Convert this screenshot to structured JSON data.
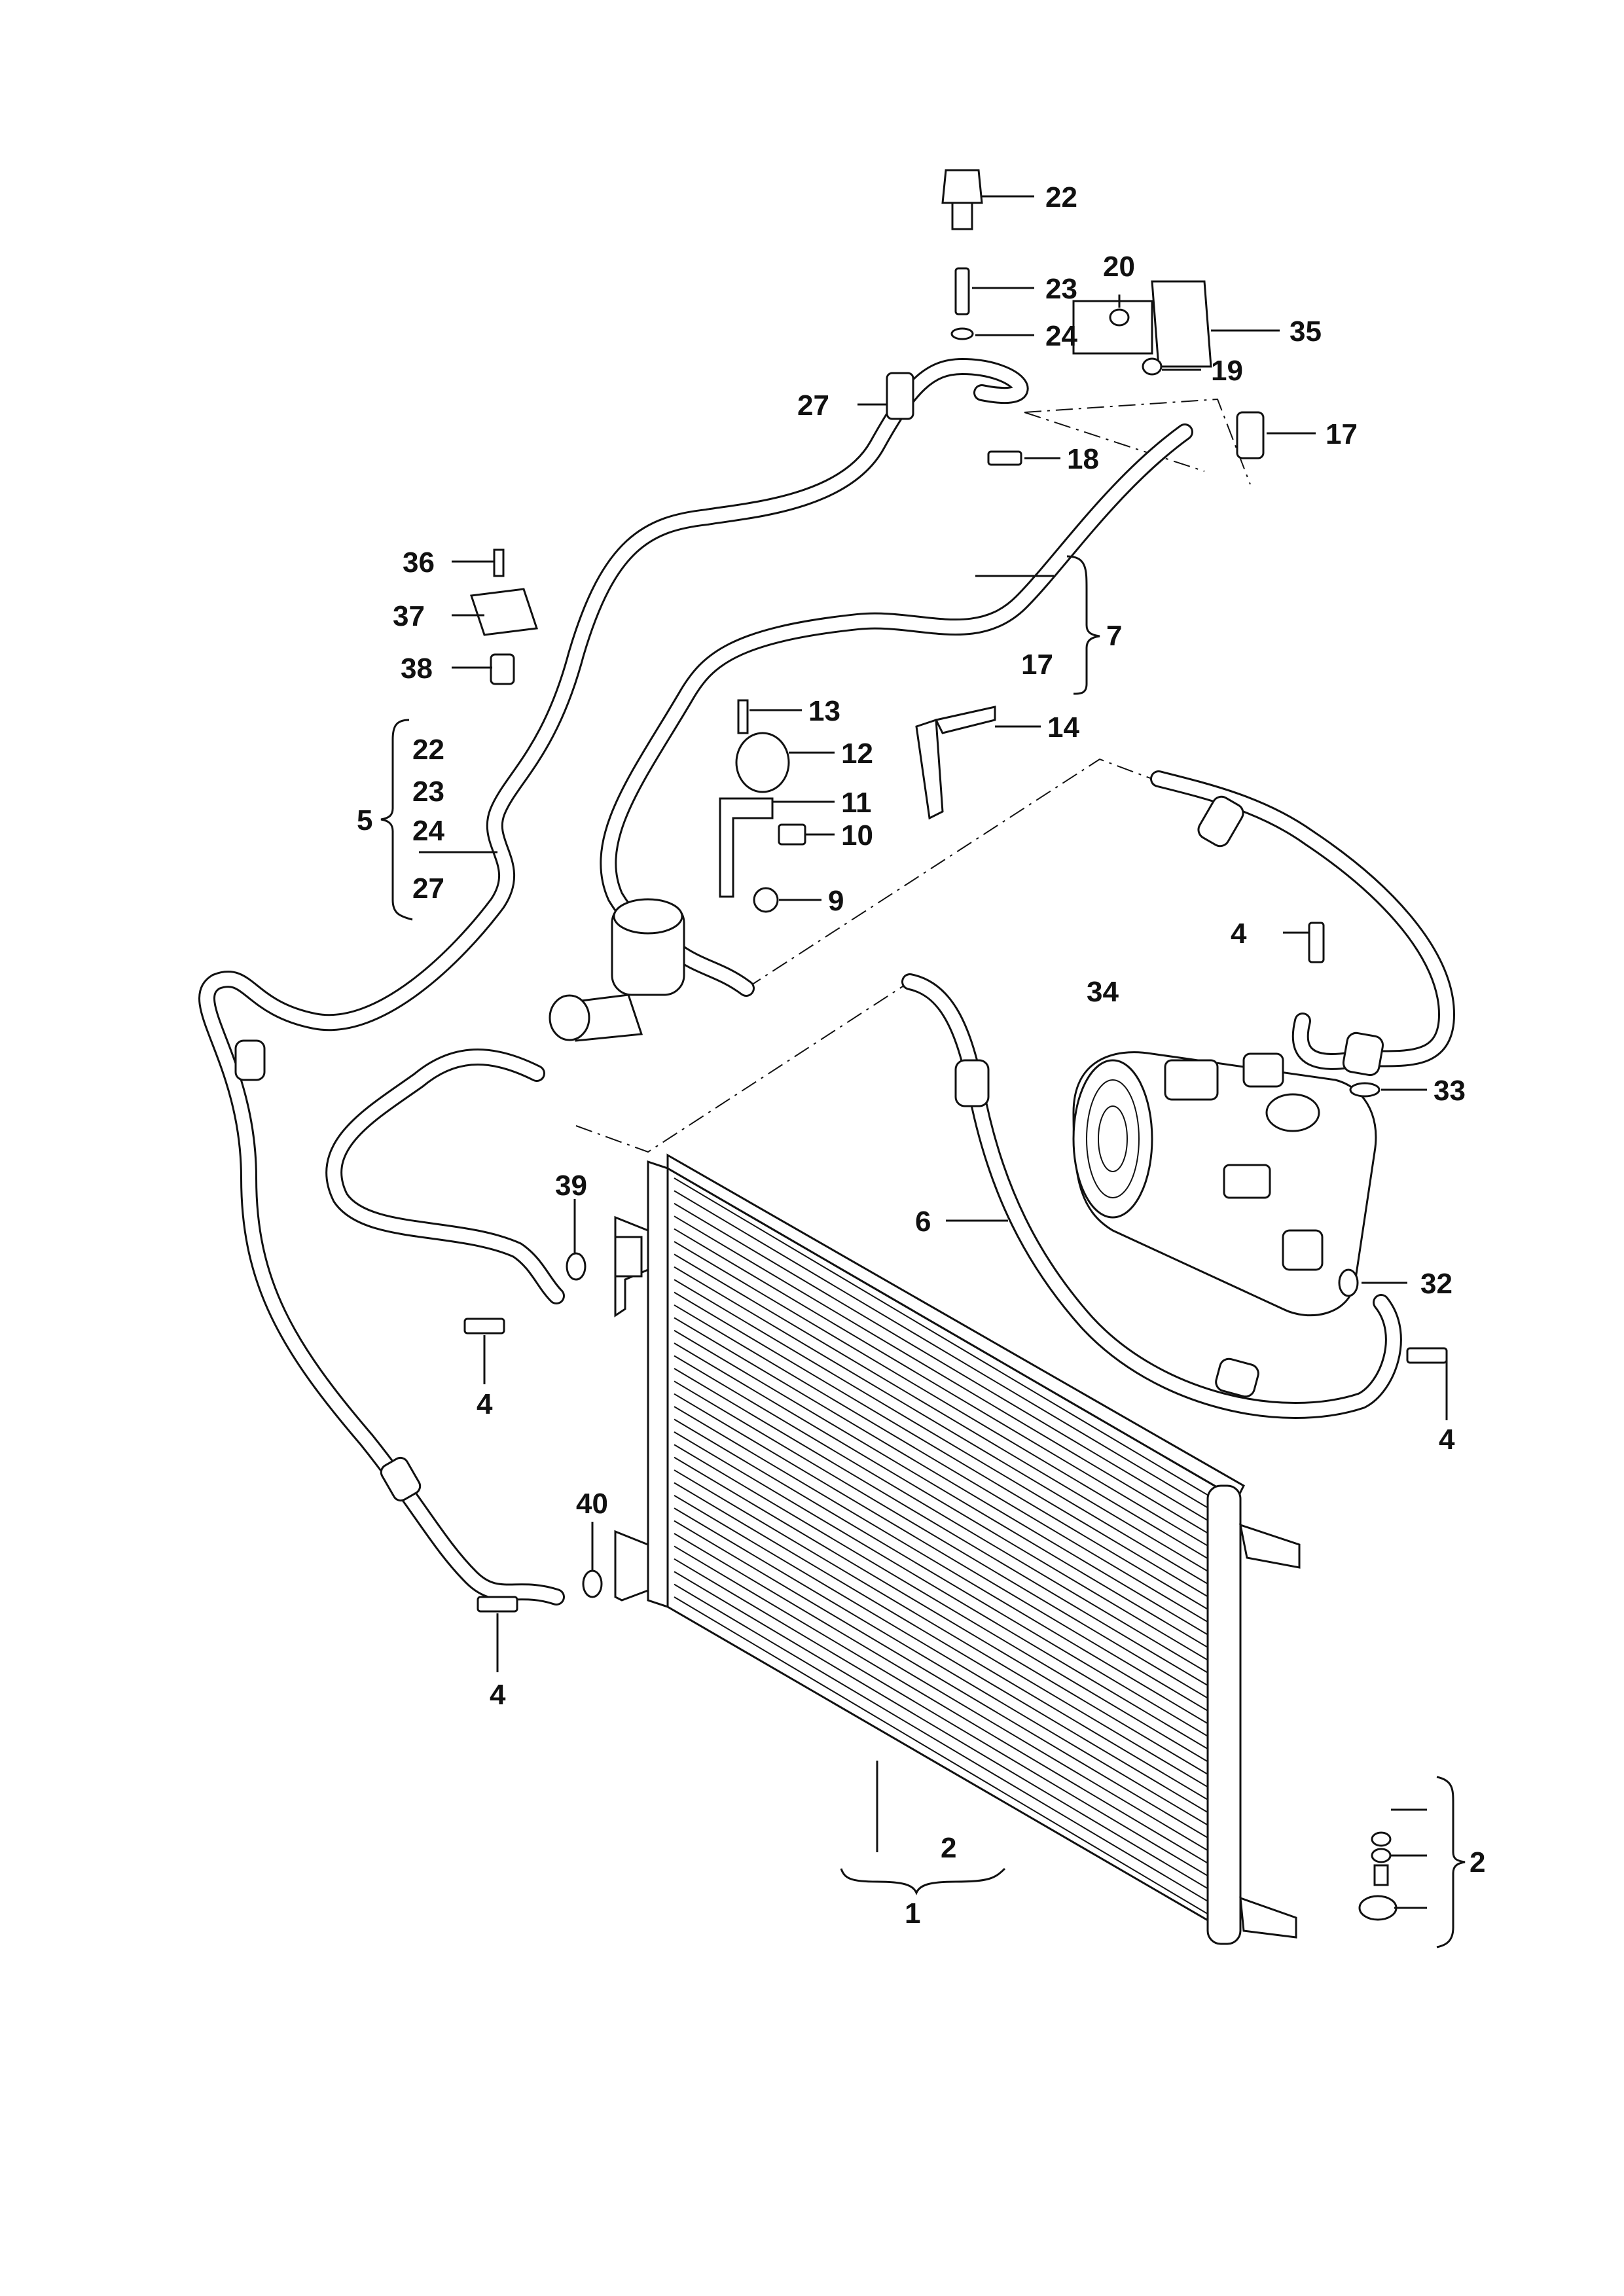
{
  "callouts": [
    {
      "id": "c22a",
      "text": "22"
    },
    {
      "id": "c23a",
      "text": "23"
    },
    {
      "id": "c24a",
      "text": "24"
    },
    {
      "id": "c20",
      "text": "20"
    },
    {
      "id": "c35",
      "text": "35"
    },
    {
      "id": "c19",
      "text": "19"
    },
    {
      "id": "c27a",
      "text": "27"
    },
    {
      "id": "c17a",
      "text": "17"
    },
    {
      "id": "c18",
      "text": "18"
    },
    {
      "id": "c36",
      "text": "36"
    },
    {
      "id": "c37",
      "text": "37"
    },
    {
      "id": "c38",
      "text": "38"
    },
    {
      "id": "c7",
      "text": "7"
    },
    {
      "id": "c17b",
      "text": "17"
    },
    {
      "id": "c13",
      "text": "13"
    },
    {
      "id": "c14",
      "text": "14"
    },
    {
      "id": "c12",
      "text": "12"
    },
    {
      "id": "c11",
      "text": "11"
    },
    {
      "id": "c10",
      "text": "10"
    },
    {
      "id": "c9",
      "text": "9"
    },
    {
      "id": "c5",
      "text": "5"
    },
    {
      "id": "c22b",
      "text": "22"
    },
    {
      "id": "c23b",
      "text": "23"
    },
    {
      "id": "c24b",
      "text": "24"
    },
    {
      "id": "c27b",
      "text": "27"
    },
    {
      "id": "c4a",
      "text": "4"
    },
    {
      "id": "c34",
      "text": "34"
    },
    {
      "id": "c33",
      "text": "33"
    },
    {
      "id": "c39",
      "text": "39"
    },
    {
      "id": "c6",
      "text": "6"
    },
    {
      "id": "c32",
      "text": "32"
    },
    {
      "id": "c4b",
      "text": "4"
    },
    {
      "id": "c4c",
      "text": "4"
    },
    {
      "id": "c40",
      "text": "40"
    },
    {
      "id": "c4d",
      "text": "4"
    },
    {
      "id": "c2a",
      "text": "2"
    },
    {
      "id": "c1",
      "text": "1"
    },
    {
      "id": "c2b",
      "text": "2"
    }
  ]
}
